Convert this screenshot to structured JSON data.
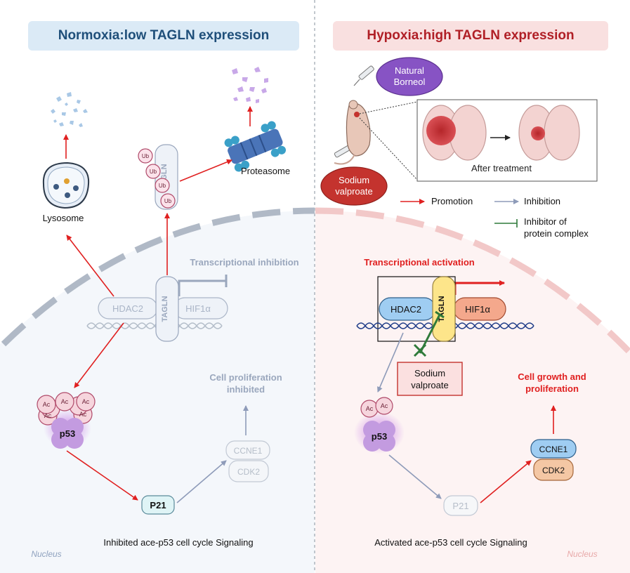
{
  "left": {
    "title": "Normoxia:low TAGLN expression",
    "lysosome": "Lysosome",
    "proteasome": "Proteasome",
    "ub": "Ub",
    "tagln": "TAGLN",
    "hdac2": "HDAC2",
    "hif1a": "HIF1α",
    "transcriptional": "Transcriptional inhibition",
    "ac": "Ac",
    "p53": "p53",
    "p21": "P21",
    "ccne1": "CCNE1",
    "cdk2": "CDK2",
    "outcome_line1": "Cell proliferation",
    "outcome_line2": "inhibited",
    "signaling": "Inhibited ace-p53 cell cycle Signaling",
    "nucleus": "Nucleus"
  },
  "right": {
    "title": "Hypoxia:high TAGLN expression",
    "natural_borneol_line1": "Natural",
    "natural_borneol_line2": "Borneol",
    "sodium_valproate_line1": "Sodium",
    "sodium_valproate_line2": "valproate",
    "after_treatment": "After treatment",
    "legend": {
      "promotion": "Promotion",
      "inhibition": "Inhibition",
      "complex_line1": "Inhibitor of",
      "complex_line2": "protein complex"
    },
    "transcriptional": "Transcriptional activation",
    "hdac2": "HDAC2",
    "tagln": "TAGLN",
    "hif1a": "HIF1α",
    "inhibitor_line1": "Sodium",
    "inhibitor_line2": "valproate",
    "ac": "Ac",
    "p53": "p53",
    "p21": "P21",
    "ccne1": "CCNE1",
    "cdk2": "CDK2",
    "outcome_line1": "Cell growth and",
    "outcome_line2": "proliferation",
    "signaling": "Activated ace-p53 cell cycle Signaling",
    "nucleus": "Nucleus"
  },
  "colors": {
    "promotion": "#e02020",
    "inhibition": "#8e9bb9",
    "complex_inhibitor": "#2f7a3a",
    "left_bg": "#f4f7fb",
    "right_bg": "#fdf3f3"
  }
}
